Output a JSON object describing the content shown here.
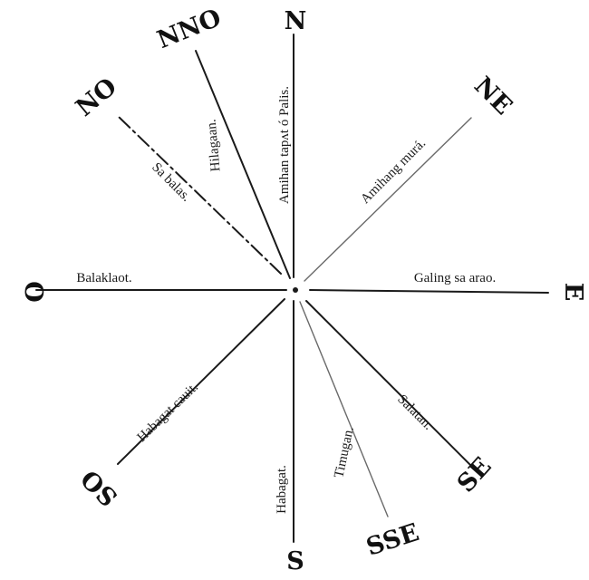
{
  "directions": {
    "n": "N",
    "nno": "NNO",
    "no": "NO",
    "ne": "NE",
    "e": "E",
    "o": "O",
    "so": "SO",
    "s": "S",
    "sse": "SSE",
    "se": "SE"
  },
  "winds": {
    "n": "Amihan tapʌt ó Palis.",
    "nno": "Hilagaan.",
    "no": "Sa balas.",
    "ne": "Amihang murá.",
    "e": "Galing sa arao.",
    "o": "Balaklaot.",
    "so": "Habagat cauit.",
    "s": "Habagat.",
    "sse": "Timugan.",
    "se": "Salatan."
  },
  "colors": {
    "ink": "#1a1a1a",
    "paper": "#ffffff"
  }
}
